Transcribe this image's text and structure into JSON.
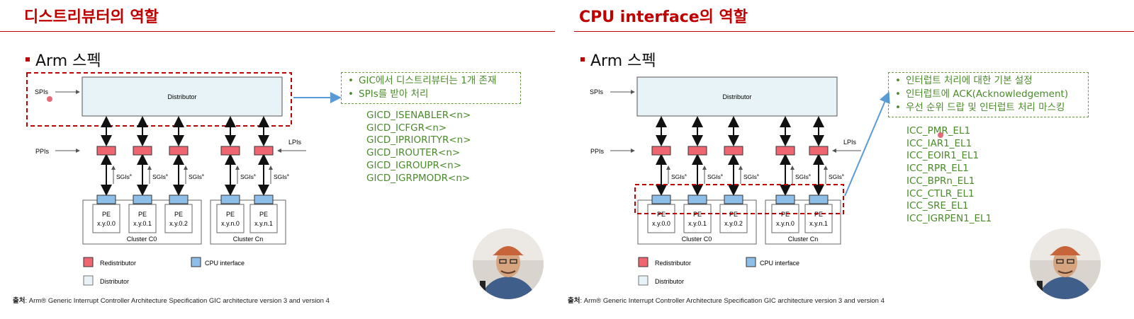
{
  "left_slide": {
    "title": "디스트리뷰터의 역할",
    "heading": "Arm 스펙",
    "bullets": [
      "GIC에서 디스트리뷰터는 1개 존재",
      "SPIs를 받아 처리"
    ],
    "registers": [
      "GICD_ISENABLER<n>",
      "GICD_ICFGR<n>",
      "GICD_IPRIORITYR<n>",
      "GICD_IROUTER<n>",
      "GICD_IGROUPR<n>",
      "GICD_IGRPMODR<n>"
    ],
    "source_label": "출처",
    "source_text": ": Arm® Generic Interrupt Controller Architecture Specification GIC architecture version 3 and version 4"
  },
  "right_slide": {
    "title": "CPU interface의 역할",
    "heading": "Arm 스펙",
    "bullets": [
      "인터럽트 처리에 대한 기본 설정",
      "인터럽트에 ACK(Acknowledgement)",
      "우선 순위 드랍 및 인터럽트 처리 마스킹"
    ],
    "registers": [
      "ICC_PMR_EL1",
      "ICC_IAR1_EL1",
      "ICC_EOIR1_EL1",
      "ICC_RPR_EL1",
      "ICC_BPRn_EL1",
      "ICC_CTLR_EL1",
      "ICC_SRE_EL1",
      "ICC_IGRPEN1_EL1"
    ],
    "source_label": "출처",
    "source_text": ": Arm® Generic Interrupt Controller Architecture Specification GIC architecture version 3 and version 4"
  },
  "diagram": {
    "distributor": "Distributor",
    "spis": "SPIs",
    "ppis": "PPIs",
    "lpis": "LPIs",
    "sgis": "SGIs",
    "sgis_sup": "a",
    "pe_label": "PE",
    "pe_ids": [
      "x.y.0.0",
      "x.y.0.1",
      "x.y.0.2",
      "x.y.n.0",
      "x.y.n.1"
    ],
    "cluster_c0": "Cluster C0",
    "cluster_cn": "Cluster Cn",
    "legend_redistributor": "Redistributor",
    "legend_cpu_interface": "CPU interface",
    "legend_distributor": "Distributor"
  },
  "colors": {
    "accent_red": "#c00000",
    "green_text": "#4a8a2a",
    "redistributor": "#f06670",
    "cpu_interface": "#8dbfe8",
    "distributor_fill": "#e7f3f6",
    "callout_arrow": "#5b9bd5"
  },
  "icons": [
    "presenter-avatar-icon",
    "pointer-dot-icon"
  ]
}
